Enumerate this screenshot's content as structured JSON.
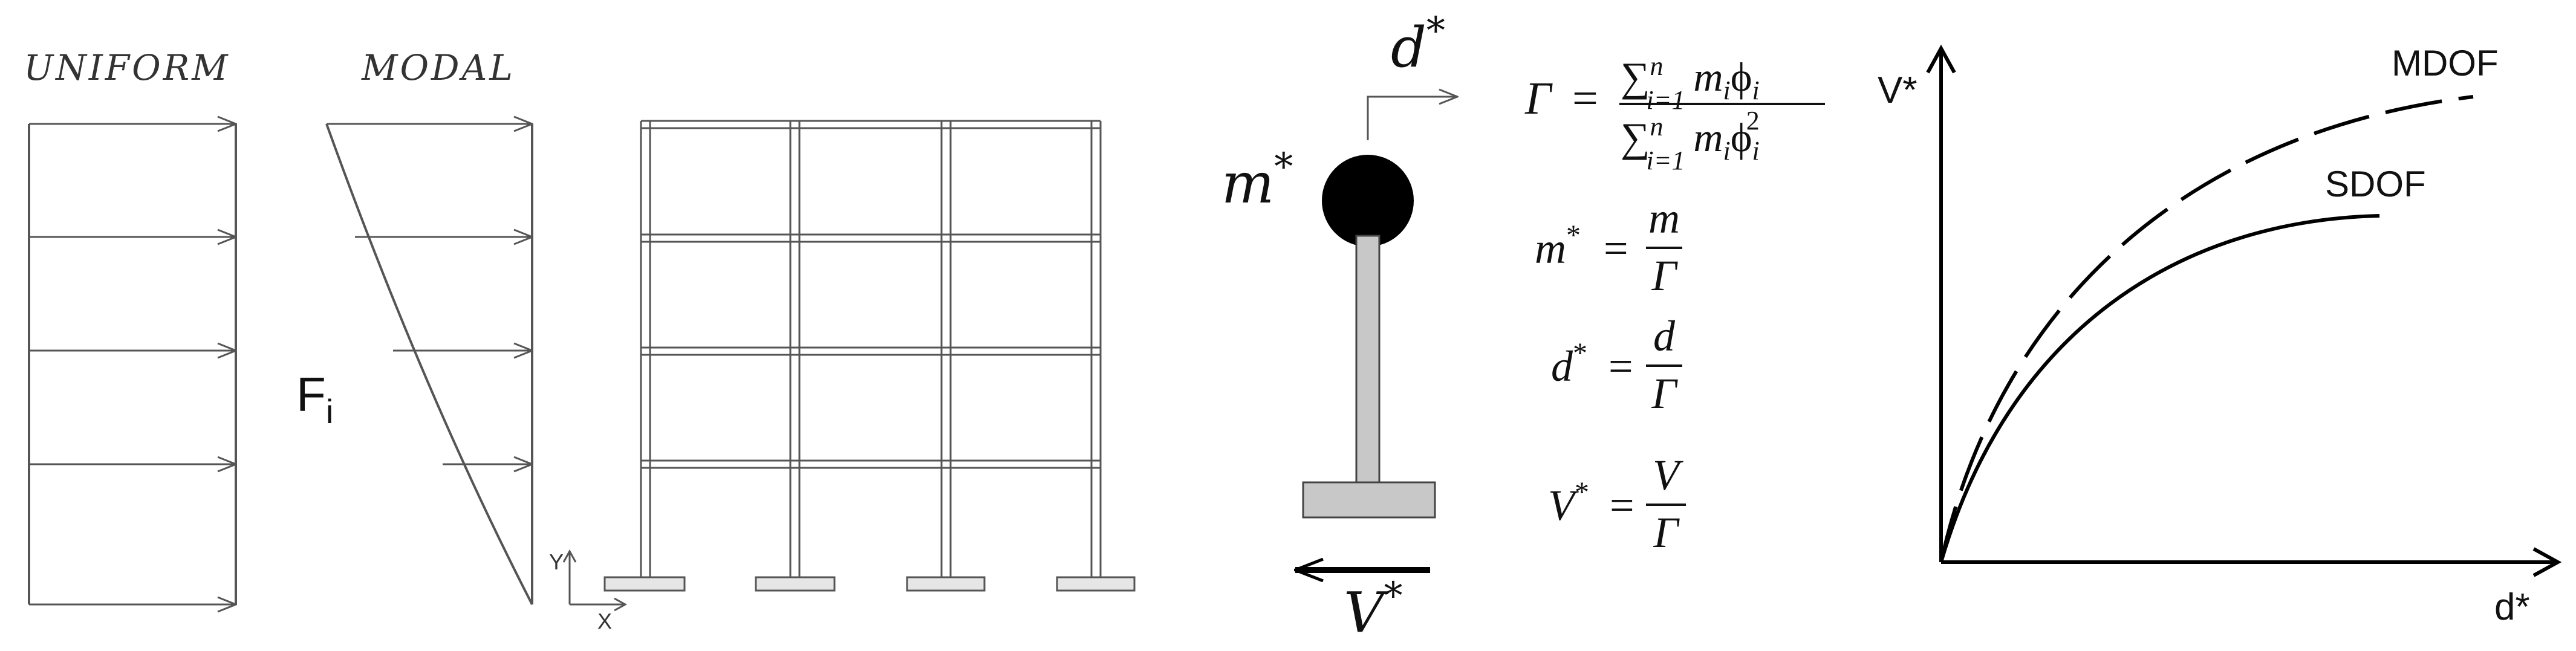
{
  "load_patterns": {
    "uniform_title": "UNIFORM",
    "modal_title": "MODAL",
    "force_label_main": "F",
    "force_label_sub": "i"
  },
  "frame": {
    "axis_y": "Y",
    "axis_x": "X",
    "stories": 4,
    "bays": 3
  },
  "sdof": {
    "mass_label_main": "m",
    "mass_label_sup": "*",
    "disp_label_main": "d",
    "disp_label_sup": "*",
    "shear_label_main": "V",
    "shear_label_sup": "*"
  },
  "equations": {
    "gamma_lhs": "Γ",
    "eq": "=",
    "sum": "∑",
    "sum_lower": "i=1",
    "sum_upper": "n",
    "m_i": "m",
    "phi": "ϕ",
    "sub_i": "i",
    "sq": "2",
    "m_star_lhs": "m",
    "m_star_num": "m",
    "d_star_lhs": "d",
    "d_star_num": "d",
    "v_star_lhs": "V",
    "v_star_num": "V",
    "star": "*",
    "gamma_den": "Γ"
  },
  "capacity_curve": {
    "y_axis_label": "V*",
    "x_axis_label": "d*",
    "mdof_label": "MDOF",
    "sdof_label": "SDOF"
  }
}
